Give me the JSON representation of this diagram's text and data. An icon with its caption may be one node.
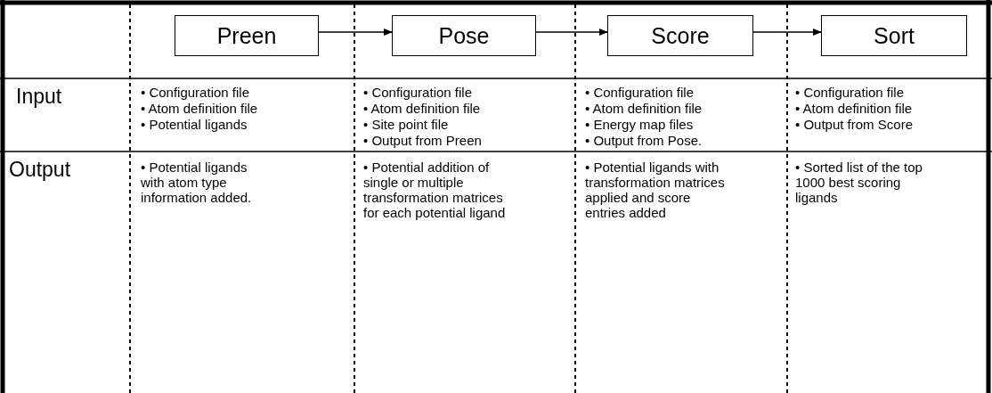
{
  "diagram": {
    "nodes": [
      {
        "text": [
          "Preen"
        ]
      },
      {
        "text": [
          "Pose"
        ]
      },
      {
        "text": [
          "Score"
        ]
      },
      {
        "text": [
          "Sort"
        ]
      }
    ],
    "edges": [
      {
        "from": 0,
        "to": 1,
        "arrow": "to"
      },
      {
        "from": 1,
        "to": 2,
        "arrow": "to"
      },
      {
        "from": 2,
        "to": 3,
        "arrow": "to"
      }
    ],
    "labels": [
      "Input",
      "• Configuration file",
      "• Atom definition file",
      "• Potential ligands",
      "• Configuration file",
      "• Atom definition file",
      "• Site point file",
      "• Output from Preen",
      "• Configuration file",
      "• Atom definition file",
      "• Energy map files",
      "• Output from Pose.",
      "• Configuration file",
      "• Atom definition file",
      "• Output from Score",
      "Output",
      "• Potential ligands with atom type information added.",
      "• Potential addition of single or multiple transformation matrices for each potential ligand",
      "• Potential ligands with transformation matrices applied and score entries added",
      "• Sorted list of the top 1000 best scoring ligands"
    ]
  }
}
